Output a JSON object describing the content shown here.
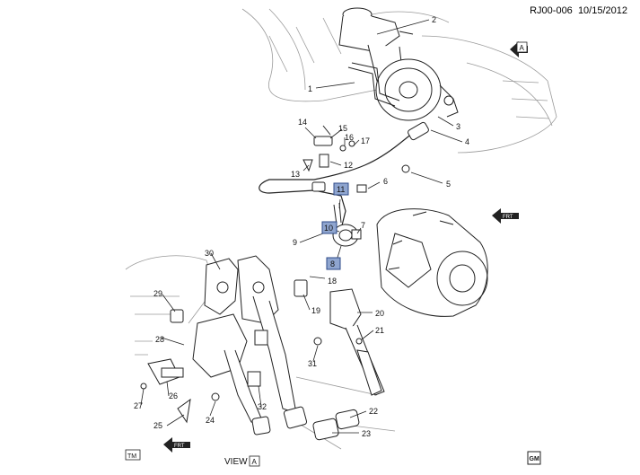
{
  "header": {
    "code": "RJ00-006",
    "date": "10/15/2012"
  },
  "view": {
    "label": "VIEW",
    "badge": "A"
  },
  "arrows": {
    "top": "A",
    "front": "FRT",
    "lower_front": "FRT",
    "tm": "TM"
  },
  "callouts": [
    {
      "n": "1",
      "hl": false
    },
    {
      "n": "2",
      "hl": false
    },
    {
      "n": "3",
      "hl": false
    },
    {
      "n": "4",
      "hl": false
    },
    {
      "n": "5",
      "hl": false
    },
    {
      "n": "6",
      "hl": false
    },
    {
      "n": "7",
      "hl": false
    },
    {
      "n": "8",
      "hl": true
    },
    {
      "n": "9",
      "hl": false
    },
    {
      "n": "10",
      "hl": true
    },
    {
      "n": "11",
      "hl": true
    },
    {
      "n": "12",
      "hl": false
    },
    {
      "n": "13",
      "hl": false
    },
    {
      "n": "14",
      "hl": false
    },
    {
      "n": "15",
      "hl": false
    },
    {
      "n": "16",
      "hl": false
    },
    {
      "n": "17",
      "hl": false
    },
    {
      "n": "18",
      "hl": false
    },
    {
      "n": "19",
      "hl": false
    },
    {
      "n": "20",
      "hl": false
    },
    {
      "n": "21",
      "hl": false
    },
    {
      "n": "22",
      "hl": false
    },
    {
      "n": "23",
      "hl": false
    },
    {
      "n": "24",
      "hl": false
    },
    {
      "n": "25",
      "hl": false
    },
    {
      "n": "26",
      "hl": false
    },
    {
      "n": "27",
      "hl": false
    },
    {
      "n": "28",
      "hl": false
    },
    {
      "n": "29",
      "hl": false
    },
    {
      "n": "30",
      "hl": false
    },
    {
      "n": "31",
      "hl": false
    },
    {
      "n": "32",
      "hl": false
    }
  ],
  "colors": {
    "highlight": "#8fa5cf",
    "line": "#222222",
    "sketch": "#9a9a9a"
  },
  "logo": {
    "text": "GM"
  }
}
